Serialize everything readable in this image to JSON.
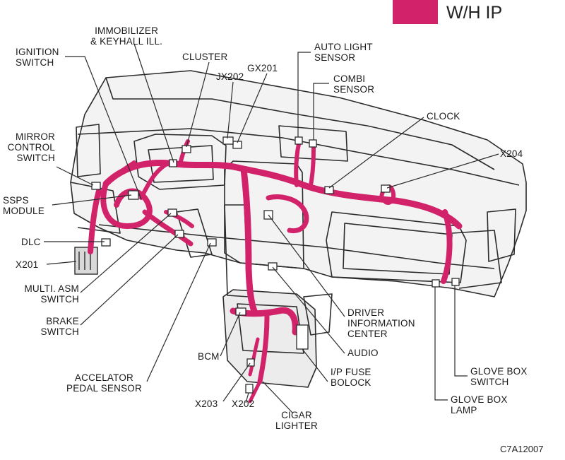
{
  "legend": {
    "swatch_color": "#d1226a",
    "label": "W/H IP"
  },
  "figure_code": "C7A12007",
  "colors": {
    "harness": "#d1226a",
    "lines": "#2b2b2b",
    "dash_fill": "#f2f2f2"
  },
  "labels": {
    "immobilizer": "IMMOBILIZER\n& KEYHALL ILL.",
    "ignition": "IGNITION\nSWITCH",
    "cluster": "CLUSTER",
    "gx201": "GX201",
    "jx202": "JX202",
    "auto_light": "AUTO LIGHT\nSENSOR",
    "combi": "COMBI\nSENSOR",
    "clock": "CLOCK",
    "x204": "X204",
    "mirror": "MIRROR\nCONTROL\nSWITCH",
    "ssps": "SSPS\nMODULE",
    "dlc": "DLC",
    "x201": "X201",
    "multi": "MULTI. ASM\nSWITCH",
    "brake": "BRAKE\nSWITCH",
    "dic": "DRIVER\nINFORMATION\nCENTER",
    "audio": "AUDIO",
    "bcm": "BCM",
    "accel": "ACCELATOR\nPEDAL SENSOR",
    "fuse": "I/P FUSE\nBOLOCK",
    "glove_switch": "GLOVE BOX\nSWITCH",
    "glove_lamp": "GLOVE BOX\nLAMP",
    "x203": "X203",
    "x202": "X202",
    "cigar": "CIGAR\nLIGHTER"
  }
}
